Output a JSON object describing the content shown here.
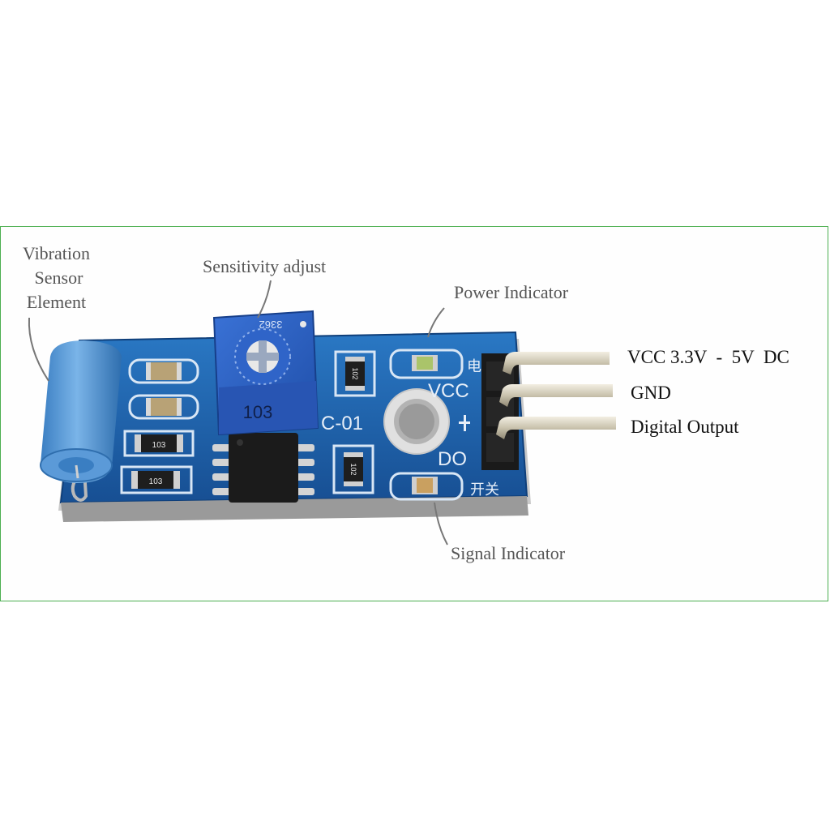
{
  "callouts": {
    "vibration": [
      "Vibration",
      "Sensor",
      "Element"
    ],
    "sensitivity": "Sensitivity adjust",
    "power": "Power Indicator",
    "signal": "Signal Indicator"
  },
  "pins": {
    "vcc": "VCC 3.3V  -  5V  DC",
    "gnd": "GND",
    "digital": "Digital Output"
  },
  "board_text": {
    "silk_vcc": "VCC",
    "silk_do": "DO",
    "silk_model": "C-01",
    "silk_switch": "开关",
    "silk_power_cn": "电",
    "pot_top": "3362",
    "pot_value": "103",
    "resistor_a": "103",
    "resistor_b": "103",
    "resistor_c": "102",
    "resistor_d": "102"
  },
  "colors": {
    "pcb": "#1a5fa8",
    "pot": "#2b5fc0",
    "sensor": "#4a8fd0",
    "frame": "#4caf50"
  }
}
